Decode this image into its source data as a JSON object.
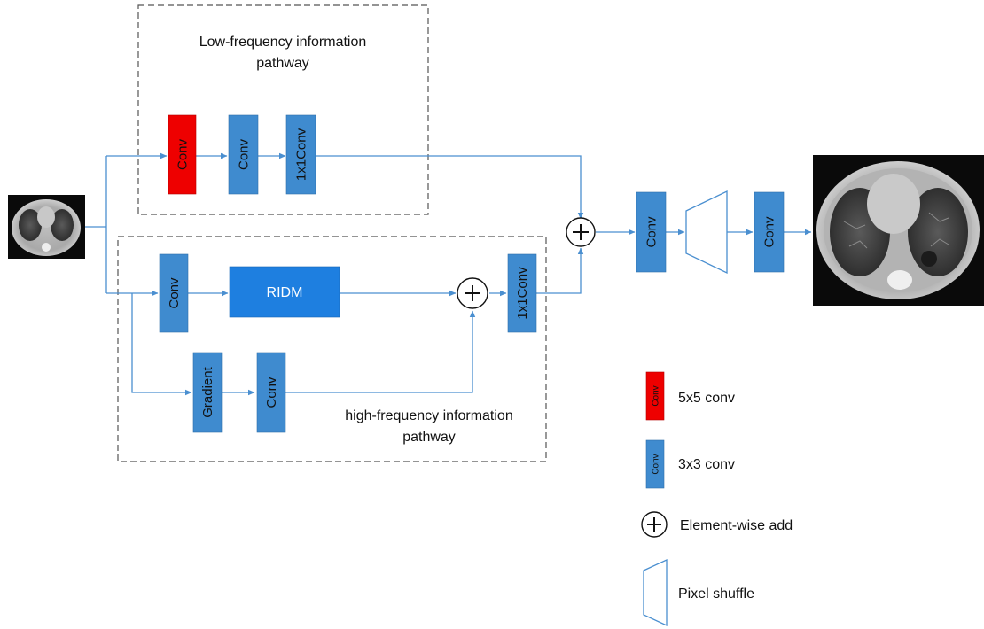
{
  "colors": {
    "conv_blue": "#3f8bcf",
    "conv_red": "#ee0000",
    "ridm_blue": "#1e7fe0",
    "line": "#4a8fd0",
    "dash": "#555555"
  },
  "low_pathway": {
    "title_line1": "Low-frequency information",
    "title_line2": "pathway",
    "block1": "Conv",
    "block2": "Conv",
    "block3": "1x1Conv"
  },
  "high_pathway": {
    "title_line1": "high-frequency information",
    "title_line2": "pathway",
    "conv": "Conv",
    "ridm": "RIDM",
    "gradient": "Gradient",
    "grad_conv": "Conv",
    "out_conv": "1x1Conv"
  },
  "tail": {
    "conv1": "Conv",
    "conv2": "Conv"
  },
  "legend": {
    "red_block": "Conv",
    "red_label": "5x5 conv",
    "blue_block": "Conv",
    "blue_label": "3x3 conv",
    "add_label": "Element-wise add",
    "shuffle_label": "Pixel shuffle"
  },
  "icons": {
    "add": "plus-circle-icon",
    "shuffle": "trapezoid-icon",
    "input": "ct-scan-input-image",
    "output": "ct-scan-output-image"
  }
}
